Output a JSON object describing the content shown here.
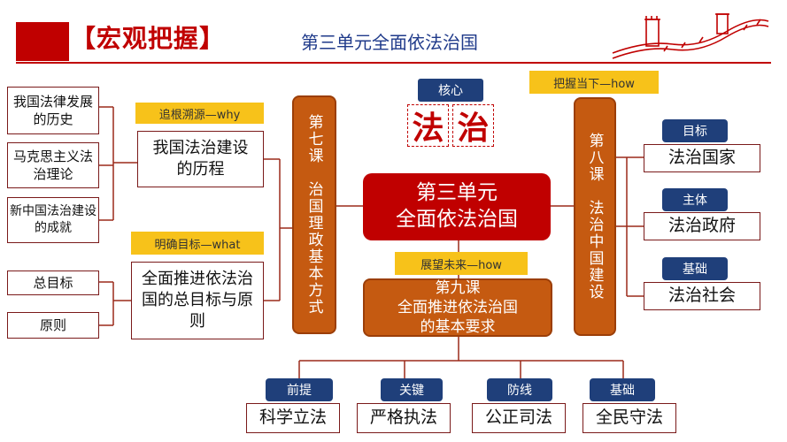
{
  "header": {
    "title": "【宏观把握】",
    "subtitle": "第三单元全面依法治国"
  },
  "center": {
    "line1": "第三单元",
    "line2": "全面依法治国"
  },
  "core": {
    "tag": "核心",
    "chars": [
      "法",
      "治"
    ]
  },
  "left": {
    "tag_why": "追根溯源—why",
    "history_box": "我国法治建设的历程",
    "history_items": [
      "我国法律发展的历史",
      "马克思主义法治理论",
      "新中国法治建设的成就"
    ],
    "tag_what": "明确目标—what",
    "goal_box": "全面推进依法治国的总目标与原则",
    "goal_items": [
      "总目标",
      "原则"
    ]
  },
  "lesson7": {
    "text": "第七课　治国理政基本方式"
  },
  "lesson8": {
    "tag": "把握当下—how",
    "text": "第八课　法治中国建设",
    "items": [
      {
        "tag": "目标",
        "value": "法治国家"
      },
      {
        "tag": "主体",
        "value": "法治政府"
      },
      {
        "tag": "基础",
        "value": "法治社会"
      }
    ]
  },
  "lesson9": {
    "tag": "展望未来—how",
    "line1": "第九课",
    "line2": "全面推进依法治国",
    "line3": "的基本要求",
    "items": [
      {
        "tag": "前提",
        "value": "科学立法"
      },
      {
        "tag": "关键",
        "value": "严格执法"
      },
      {
        "tag": "防线",
        "value": "公正司法"
      },
      {
        "tag": "基础",
        "value": "全民守法"
      }
    ]
  },
  "colors": {
    "brand_red": "#c00000",
    "orange": "#c55a11",
    "navy": "#1f3f7a",
    "yellow": "#f7c21a"
  }
}
